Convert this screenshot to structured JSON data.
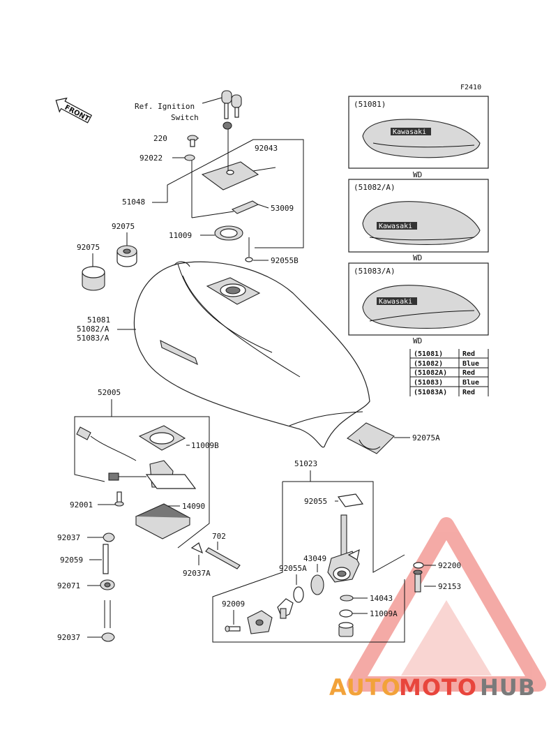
{
  "figure_code": "F2410",
  "front_marker": "FRONT",
  "ref_ignition": [
    "Ref. Ignition",
    "Switch"
  ],
  "callouts": {
    "p220": "220",
    "p92022": "92022",
    "p92043": "92043",
    "p51048": "51048",
    "p53009": "53009",
    "p92075_upper": "92075",
    "p92075_left": "92075",
    "p11009": "11009",
    "p92055B": "92055B",
    "p51081": "51081",
    "p51082A": "51082/A",
    "p51083A": "51083/A",
    "p52005": "52005",
    "p11009B": "11009B",
    "p92075A": "92075A",
    "p92001": "92001",
    "p14090": "14090",
    "p51023": "51023",
    "p92055": "92055",
    "p92037_a": "92037",
    "p702": "702",
    "p92059": "92059",
    "p92037A": "92037A",
    "p43049": "43049",
    "p92055A": "92055A",
    "p92200": "92200",
    "p92071": "92071",
    "p92153": "92153",
    "p14043": "14043",
    "p92009": "92009",
    "p11009A": "11009A",
    "p92037_b": "92037"
  },
  "variants": [
    {
      "code": "(51081)",
      "badge": "Kawasaki",
      "finish": "WD"
    },
    {
      "code": "(51082/A)",
      "badge": "Kawasaki",
      "finish": "WD"
    },
    {
      "code": "(51083/A)",
      "badge": "Kawasaki",
      "finish": "WD"
    }
  ],
  "color_table": [
    {
      "part": "(51081)",
      "color": "Red"
    },
    {
      "part": "(51082)",
      "color": "Blue"
    },
    {
      "part": "(51082A)",
      "color": "Red"
    },
    {
      "part": "(51083)",
      "color": "Blue"
    },
    {
      "part": "(51083A)",
      "color": "Red"
    }
  ],
  "watermark": {
    "auto": "AUTO",
    "moto": "MOTO",
    "hub": "HUB",
    "color_orange": "#f2a23a",
    "color_red": "#e8453c",
    "color_gray": "#7a7a7a"
  }
}
